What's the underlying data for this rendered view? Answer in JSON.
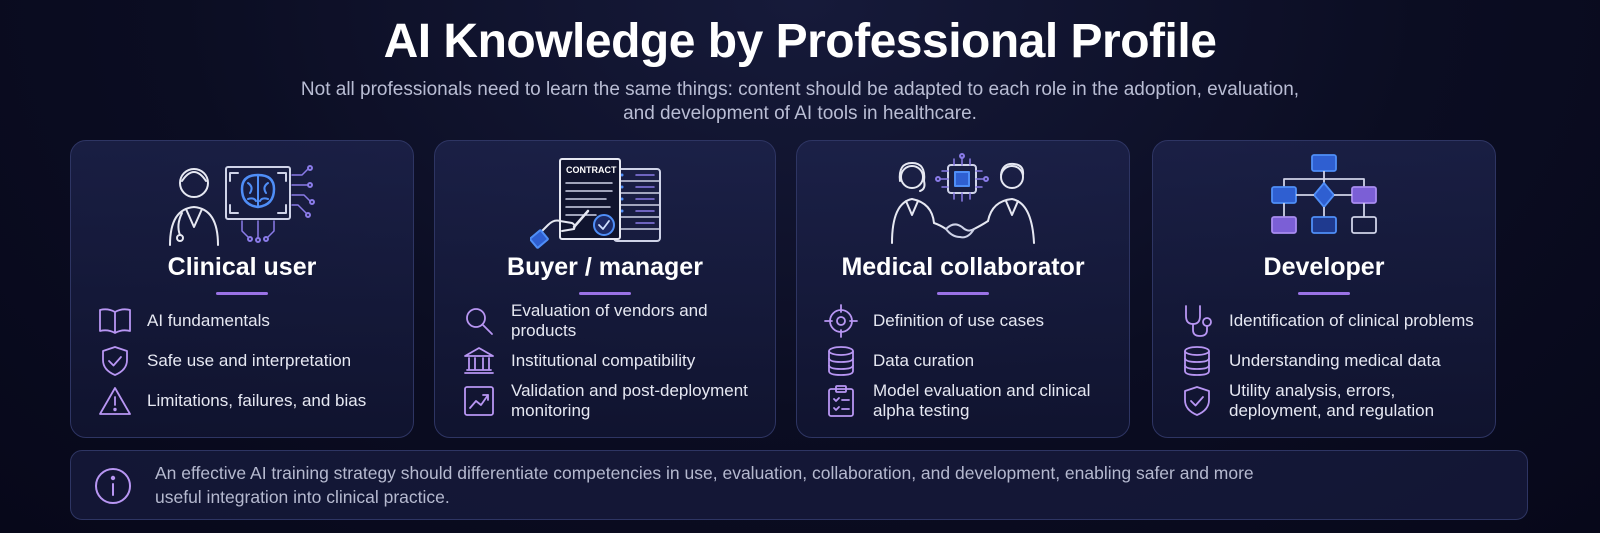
{
  "header": {
    "title": "AI Knowledge by Professional Profile",
    "subtitle": "Not all professionals need to learn the same things: content should be adapted to each role in the adoption, evaluation, and development of AI tools in healthcare."
  },
  "illustration_text": {
    "contract_label": "CONTRACT"
  },
  "colors": {
    "accent": "#9a72e6",
    "icon_stroke": "#b896f3",
    "card_border": "#2e3563"
  },
  "cards": [
    {
      "title": "Clinical user",
      "items": [
        {
          "icon": "book-icon",
          "text": "AI fundamentals"
        },
        {
          "icon": "shield-check-icon",
          "text": "Safe use and interpretation"
        },
        {
          "icon": "warning-icon",
          "text": "Limitations, failures, and bias"
        }
      ]
    },
    {
      "title": "Buyer / manager",
      "items": [
        {
          "icon": "magnifier-icon",
          "text": "Evaluation of vendors and products"
        },
        {
          "icon": "institution-icon",
          "text": "Institutional compatibility"
        },
        {
          "icon": "trend-chart-icon",
          "text": "Validation and post-deployment monitoring"
        }
      ]
    },
    {
      "title": "Medical collaborator",
      "items": [
        {
          "icon": "target-icon",
          "text": "Definition of use cases"
        },
        {
          "icon": "database-icon",
          "text": "Data curation"
        },
        {
          "icon": "clipboard-icon",
          "text": "Model evaluation and clinical alpha testing"
        }
      ]
    },
    {
      "title": "Developer",
      "items": [
        {
          "icon": "stethoscope-icon",
          "text": "Identification of clinical problems"
        },
        {
          "icon": "database-icon",
          "text": "Understanding medical data"
        },
        {
          "icon": "shield-check-icon",
          "text": "Utility analysis, errors, deployment, and regulation"
        }
      ]
    }
  ],
  "footer": {
    "icon": "info-icon",
    "text": "An effective AI training strategy should differentiate competencies in use, evaluation, collaboration, and development, enabling safer and more useful integration into clinical practice."
  }
}
